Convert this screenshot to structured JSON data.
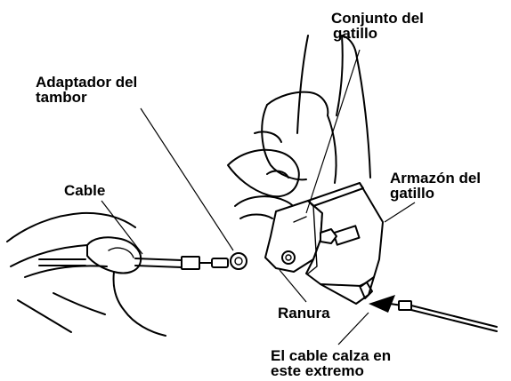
{
  "callouts": {
    "trigger_assembly": [
      "Conjunto del",
      "gatillo"
    ],
    "drum_adapter": [
      "Adaptador del",
      "tambor"
    ],
    "cable": "Cable",
    "trigger_housing": [
      "Armazón del",
      "gatillo"
    ],
    "groove": "Ranura",
    "cable_seats": [
      "El cable calza en",
      "este extremo"
    ]
  }
}
